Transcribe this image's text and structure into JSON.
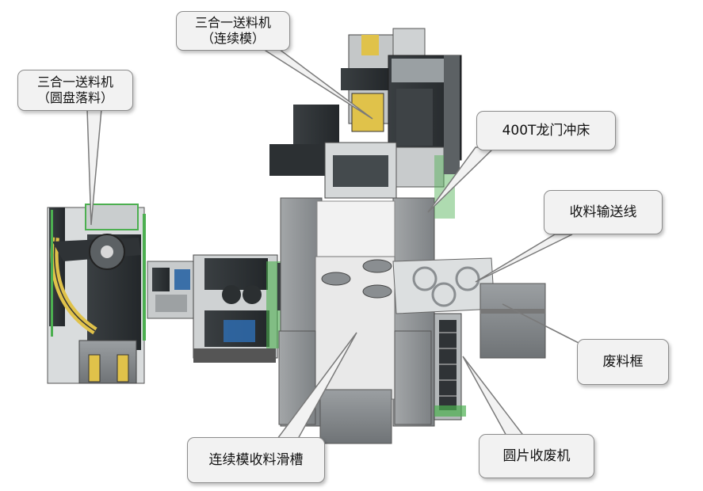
{
  "labels": {
    "feeder_coil_drop": [
      "三合一送料机",
      "（圆盘落料）"
    ],
    "feeder_progressive_die": [
      "三合一送料机",
      "（连续模）"
    ],
    "gantry_press": "400T龙门冲床",
    "output_conveyor": "收料输送线",
    "scrap_bin": "废料框",
    "progressive_die_chute": "连续模收料滑槽",
    "disc_scrap_collector": "圆片收废机"
  },
  "colors": {
    "machine_dark": "#2f3336",
    "machine_gray": "#8e9295",
    "table_light": "#ececec",
    "frame_green": "#4caf50",
    "highlight_yellow": "#e0c24a",
    "accent_blue": "#2e6fb7",
    "callout_fill": "#f2f2f2",
    "callout_border": "#8c8c8c"
  }
}
